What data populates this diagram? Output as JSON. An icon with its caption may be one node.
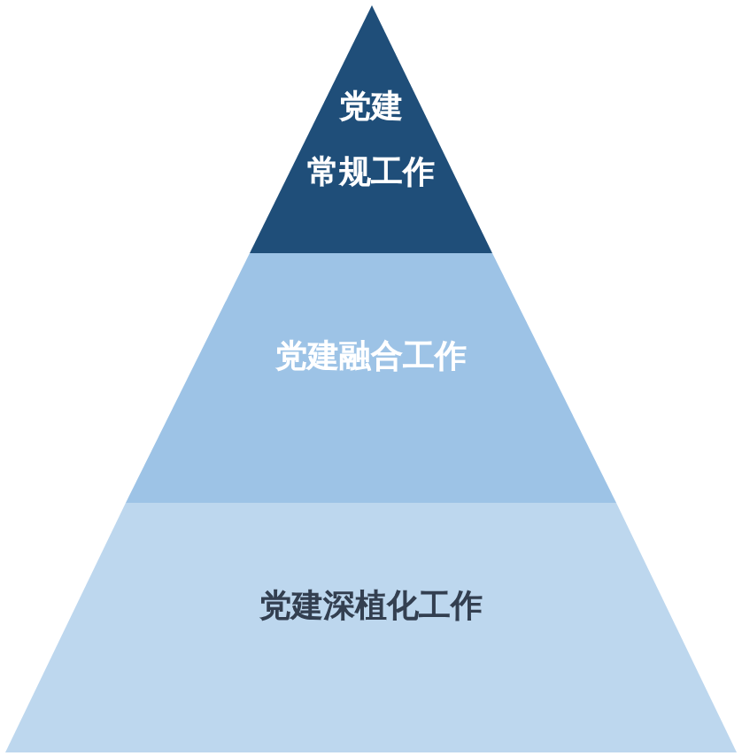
{
  "diagram": {
    "nodes": [
      {
        "text": [
          "党建",
          "常规工作"
        ]
      },
      {
        "text": [
          "党建融合工作"
        ]
      },
      {
        "text": [
          "党建深植化工作"
        ]
      }
    ]
  }
}
